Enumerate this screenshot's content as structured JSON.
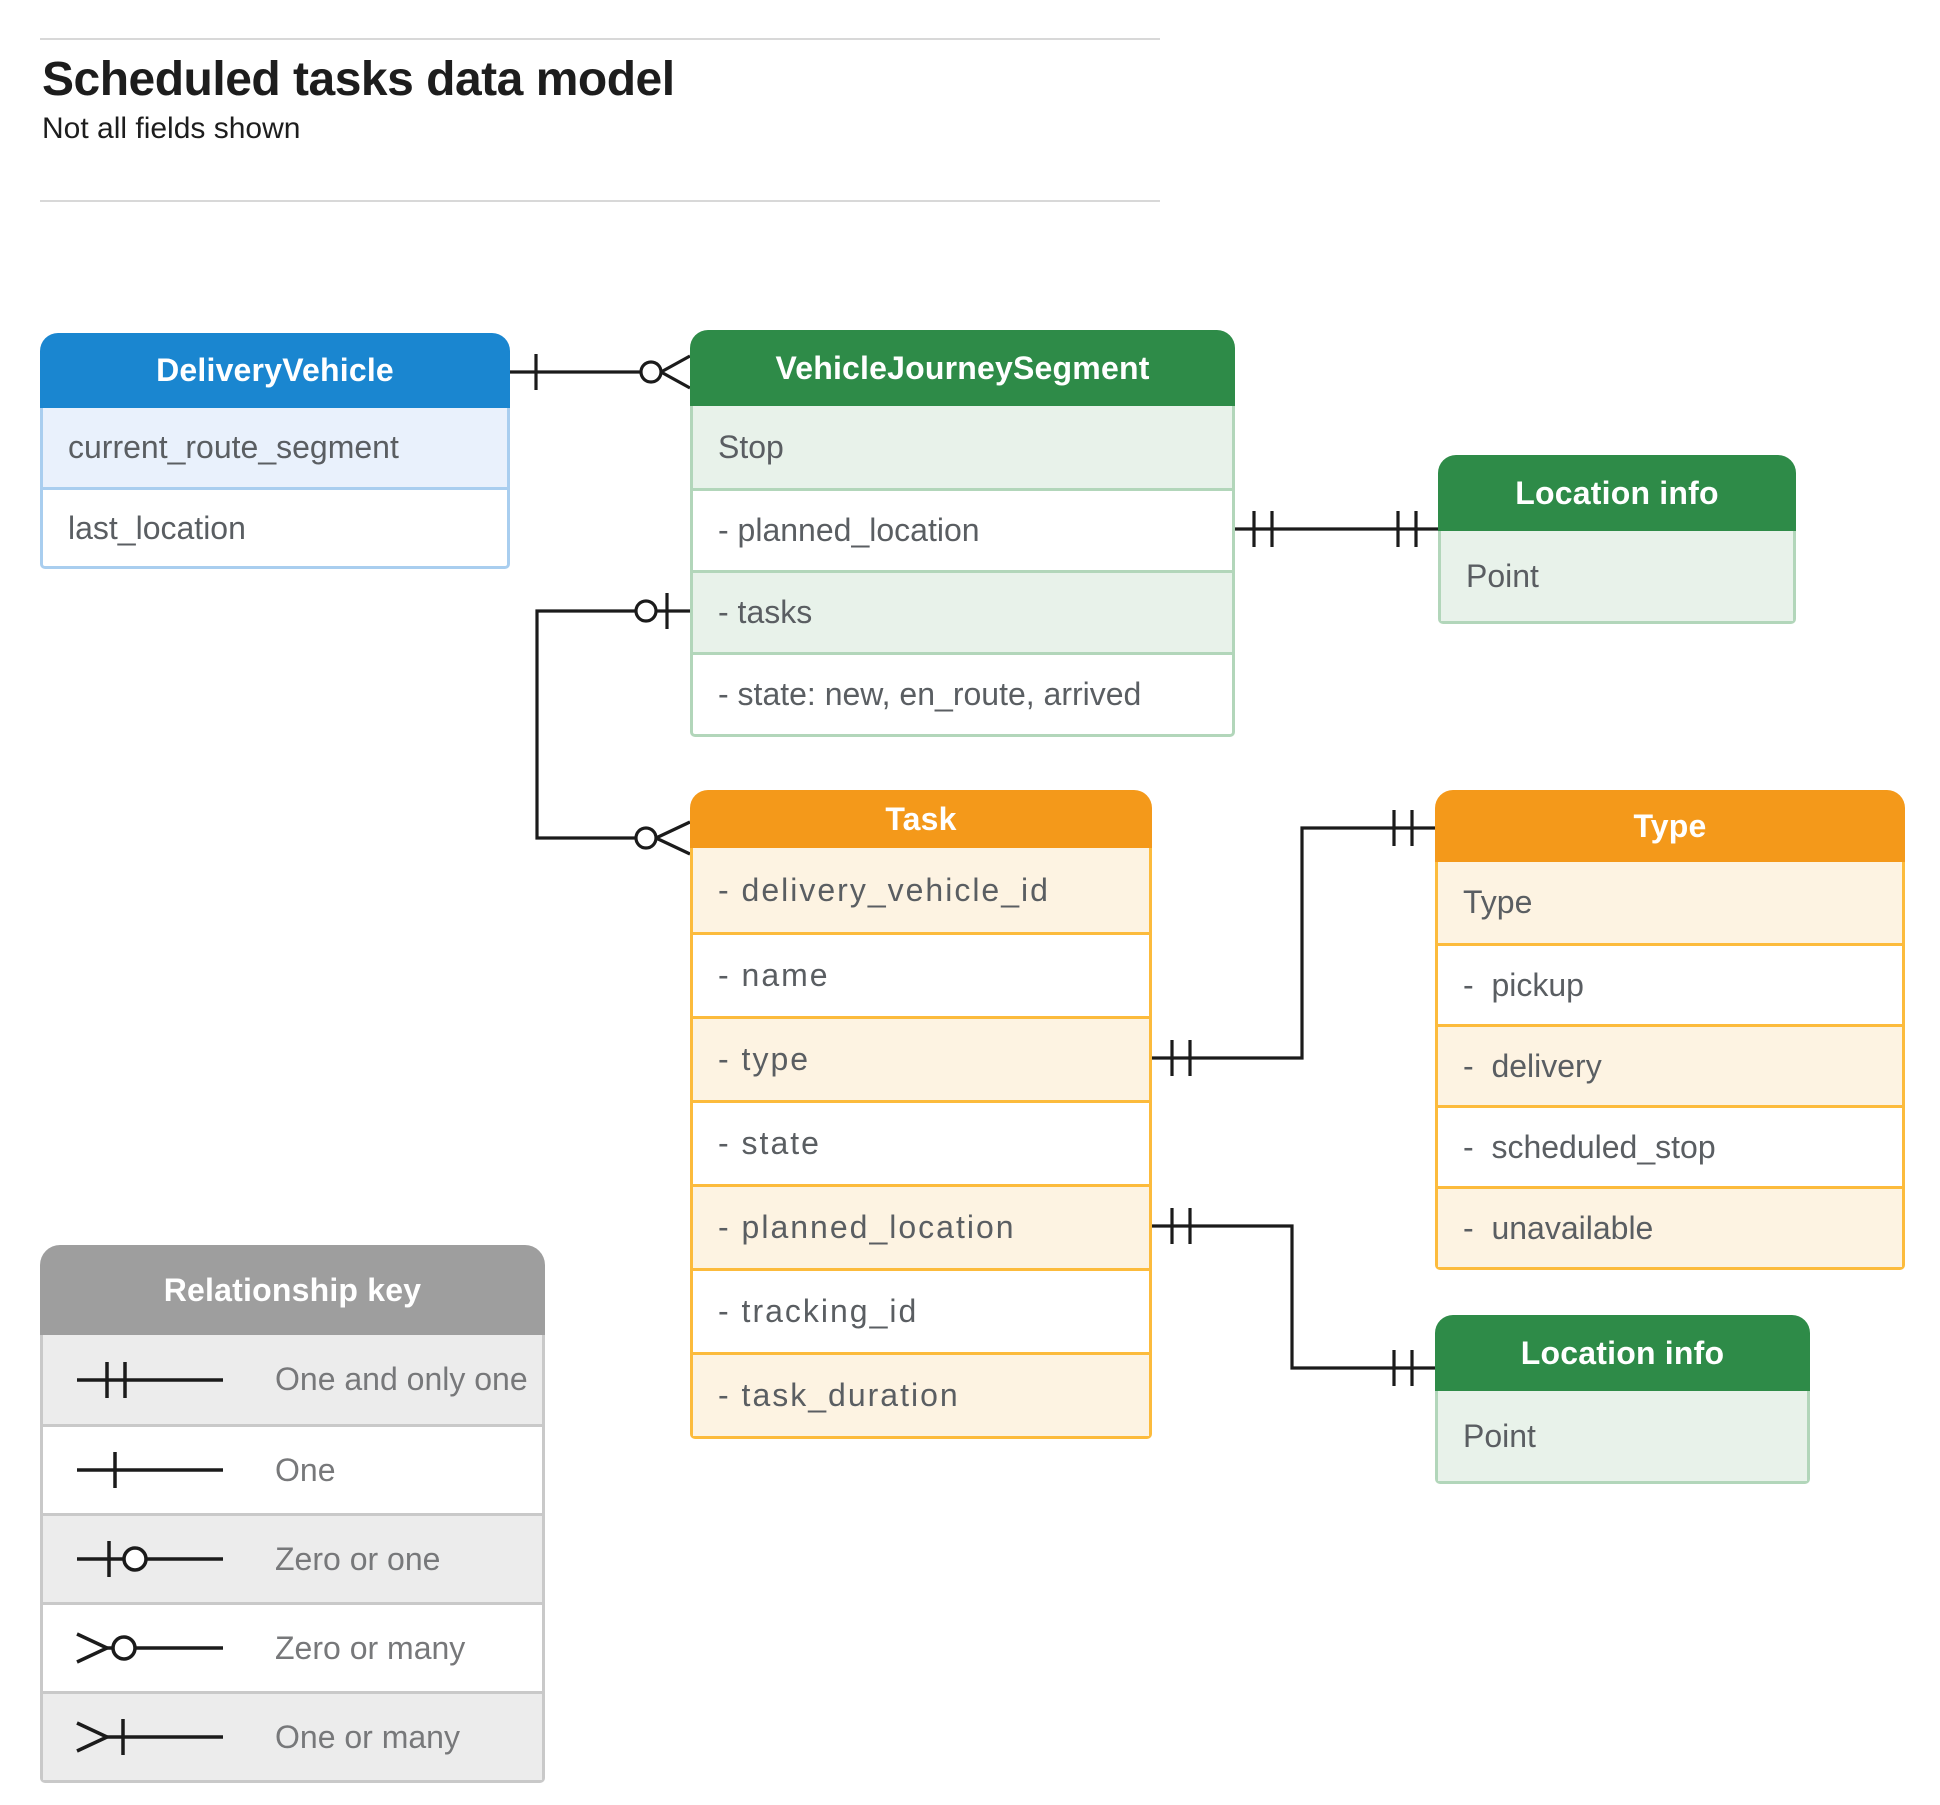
{
  "page": {
    "title": "Scheduled tasks data model",
    "subtitle": "Not all fields shown"
  },
  "colors": {
    "blue_header": "#1a86d0",
    "blue_row_tint": "#e9f1fc",
    "blue_border": "#a9ceef",
    "green_header": "#2e8b48",
    "green_row_tint": "#e8f2ea",
    "green_border": "#b2d6ba",
    "orange_header": "#f4991a",
    "orange_row_tint": "#fdf3e2",
    "orange_border": "#fcbb3c",
    "gray_header": "#9e9e9e",
    "gray_row_tint": "#ececec",
    "connector_line": "#1b1b1b",
    "row_text": "#5a5e62",
    "key_text": "#77787a"
  },
  "entities": {
    "delivery_vehicle": {
      "title": "DeliveryVehicle",
      "rows": [
        "current_route_segment",
        "last_location"
      ]
    },
    "vehicle_journey_segment": {
      "title": "VehicleJourneySegment",
      "rows": [
        "Stop",
        "- planned_location",
        "- tasks",
        "- state: new, en_route, arrived"
      ]
    },
    "location_info_top": {
      "title": "Location info",
      "rows": [
        "Point"
      ]
    },
    "task": {
      "title": "Task",
      "rows": [
        "- delivery_vehicle_id",
        "- name",
        "- type",
        "- state",
        "- planned_location",
        "- tracking_id",
        "- task_duration"
      ]
    },
    "type": {
      "title": "Type",
      "rows": [
        "Type",
        "-  pickup",
        "-  delivery",
        "-  scheduled_stop",
        "-  unavailable"
      ]
    },
    "location_info_bottom": {
      "title": "Location info",
      "rows": [
        "Point"
      ]
    }
  },
  "relationship_key": {
    "title": "Relationship key",
    "items": [
      {
        "symbol": "one-and-only-one",
        "label": "One and only one"
      },
      {
        "symbol": "one",
        "label": "One"
      },
      {
        "symbol": "zero-or-one",
        "label": "Zero or one"
      },
      {
        "symbol": "zero-or-many",
        "label": "Zero or many"
      },
      {
        "symbol": "one-or-many",
        "label": "One or many"
      }
    ]
  },
  "relationships": [
    {
      "from": "DeliveryVehicle",
      "to": "VehicleJourneySegment",
      "from_cardinality": "one",
      "to_cardinality": "zero-or-many"
    },
    {
      "from": "VehicleJourneySegment.tasks",
      "to": "Task",
      "from_cardinality": "zero-or-one",
      "to_cardinality": "zero-or-many"
    },
    {
      "from": "VehicleJourneySegment.planned_location",
      "to": "Location info",
      "from_cardinality": "one-and-only-one",
      "to_cardinality": "one-and-only-one"
    },
    {
      "from": "Task.type",
      "to": "Type",
      "from_cardinality": "one-and-only-one",
      "to_cardinality": "one-and-only-one"
    },
    {
      "from": "Task.planned_location",
      "to": "Location info",
      "from_cardinality": "one-and-only-one",
      "to_cardinality": "one-and-only-one"
    }
  ]
}
